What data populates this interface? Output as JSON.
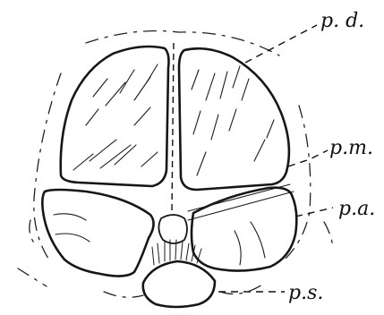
{
  "labels": {
    "pd": "p. d.",
    "pm": "p.m.",
    "pa": "p.a.",
    "ps": "p.s."
  },
  "colors": {
    "ink": "#161616",
    "paper": "#ffffff"
  }
}
